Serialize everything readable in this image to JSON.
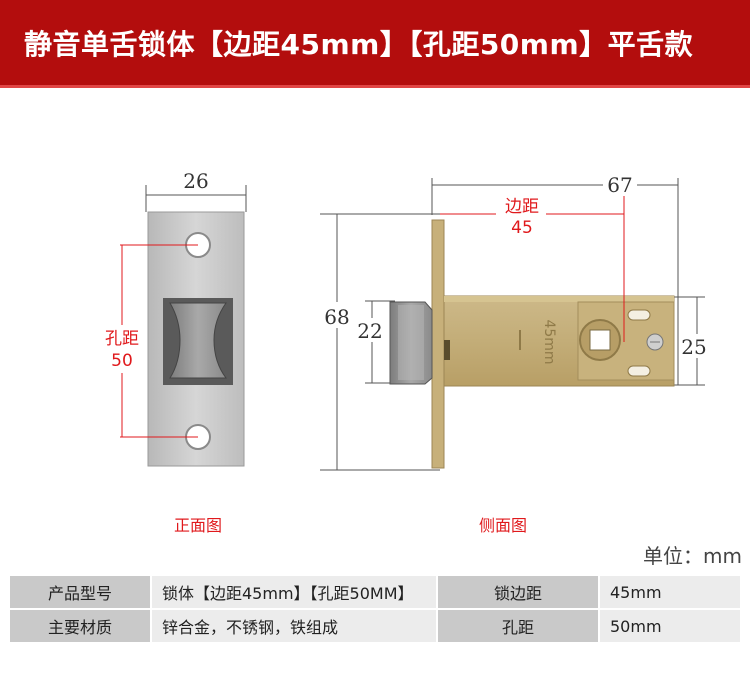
{
  "header": {
    "title": "静音单舌锁体【边距45mm】【孔距50mm】平舌款"
  },
  "front_view": {
    "caption": "正面图",
    "width_label": "26",
    "hole_spacing_label": "孔距",
    "hole_spacing_value": "50"
  },
  "side_view": {
    "caption": "侧面图",
    "length_label": "67",
    "height_label": "68",
    "latch_label": "22",
    "body_label": "25",
    "backset_label": "边距",
    "backset_value": "45",
    "stamp": "45mm"
  },
  "unit_label": "单位：mm",
  "specs": {
    "rows": [
      {
        "key": "产品型号",
        "value": "锁体【边距45mm】【孔距50MM】",
        "key2": "锁边距",
        "value2": "45mm"
      },
      {
        "key": "主要材质",
        "value": "锌合金，不锈钢，铁组成",
        "key2": "孔距",
        "value2": "50mm"
      }
    ]
  },
  "colors": {
    "banner": "#b30d0d",
    "accent_red": "#e0191c",
    "brass": "#c9b37e"
  }
}
